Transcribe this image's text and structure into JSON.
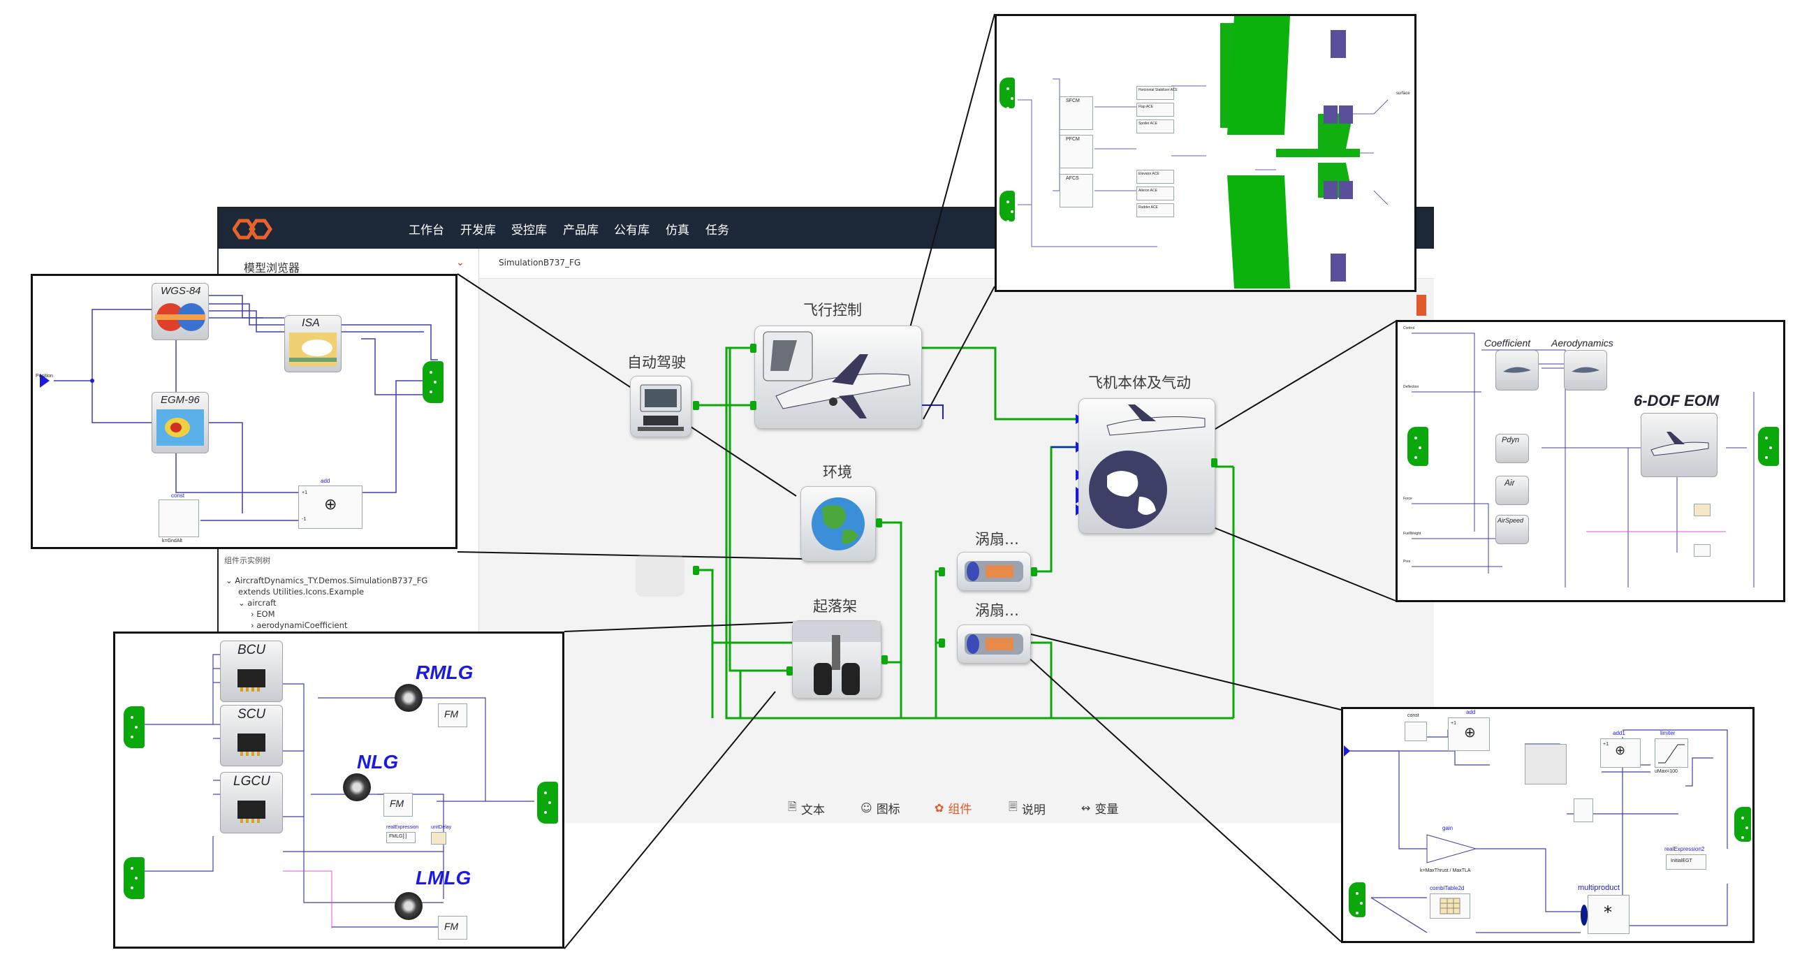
{
  "nav": {
    "items": [
      "工作台",
      "开发库",
      "受控库",
      "产品库",
      "公有库",
      "仿真",
      "任务"
    ],
    "active_index": 1
  },
  "left_panel": {
    "title": "模型浏览器",
    "section_label": "组件示实例树",
    "tree": [
      "AircraftDynamics_TY.Demos.SimulationB737_FG",
      "extends Utilities.Icons.Example",
      "aircraft",
      "EOM",
      "aerodynamiCoefficient"
    ]
  },
  "canvas": {
    "model_tab": "SimulationB737_FG",
    "components": {
      "autopilot": "自动驾驶",
      "flight_control": "飞行控制",
      "environment": "环境",
      "landing_gear": "起落架",
      "turbofan1": "涡扇…",
      "turbofan2": "涡扇…",
      "airframe": "飞机本体及气动"
    }
  },
  "bottom_tabs": [
    {
      "label": "文本",
      "icon": "text-icon"
    },
    {
      "label": "图标",
      "icon": "icon-icon"
    },
    {
      "label": "组件",
      "icon": "component-icon",
      "active": true
    },
    {
      "label": "说明",
      "icon": "doc-icon"
    },
    {
      "label": "变量",
      "icon": "variable-icon"
    }
  ],
  "insets": {
    "environment": {
      "wgs": "WGS-84",
      "isa": "ISA",
      "egm": "EGM-96",
      "const_label": "const",
      "const_value": "k=GndAlt",
      "add_label": "add",
      "plus": "+1",
      "minus": "-1",
      "input": "Position"
    },
    "flight_control": {
      "sfcm": "SFCM",
      "pfcm": "PFCM",
      "afcs": "AFCS",
      "acs_labels": [
        "Horizontal Stabilizer ACE",
        "Flap ACE",
        "Spoiler ACE",
        "Elevator ACE",
        "Aileron ACE",
        "Rudder ACE"
      ],
      "surface": "surface"
    },
    "airframe": {
      "coefficient": "Coefficient",
      "aerodynamics": "Aerodynamics",
      "eom": "6-DOF EOM",
      "pdyn": "Pdyn",
      "air": "Air",
      "airspeed": "AirSpeed",
      "inputs": [
        "Control",
        "Deflection",
        "Force",
        "FuelWeight",
        "Pres"
      ]
    },
    "landing_gear": {
      "bcu": "BCU",
      "scu": "SCU",
      "lgcu": "LGCU",
      "rmlg": "RMLG",
      "nlg": "NLG",
      "lmlg": "LMLG",
      "fm": "FM",
      "real_expression": "realExpression",
      "fmlg": "FMLG[:]",
      "unit_delay": "unitDelay"
    },
    "engine": {
      "add": "add",
      "add1": "add1",
      "limiter": "limiter",
      "limiter_param": "uMax=100",
      "gain": "gain",
      "gain_param": "k=MaxThrust / MaxTLA",
      "combitable": "combiTable2d",
      "multiproduct": "multiproduct",
      "real_expression2": "realExpression2",
      "initial_egt": "InitialEGT",
      "const": "const",
      "plus": "+1",
      "times": "*"
    }
  },
  "colors": {
    "topbar": "#1c2838",
    "connector": "#0aa80a",
    "signal": "#1a1ae0",
    "active_tab": "#e05a2b"
  }
}
